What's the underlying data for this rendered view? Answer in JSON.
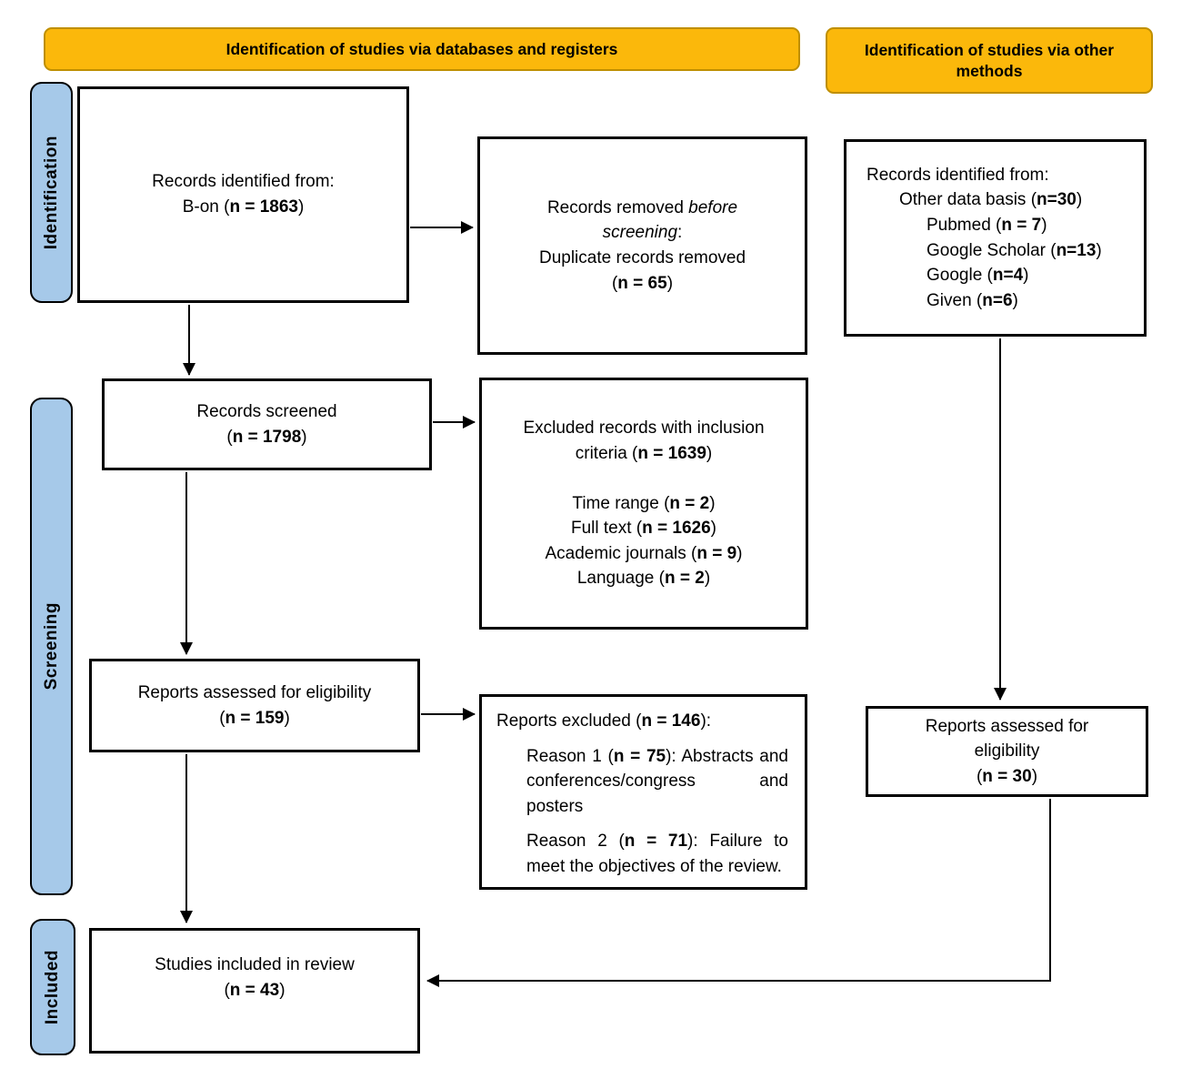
{
  "banners": {
    "left": "Identification of studies via databases and registers",
    "right": "Identification of studies via other methods"
  },
  "stages": {
    "identification": "Identification",
    "screening": "Screening",
    "included": "Included"
  },
  "boxes": {
    "records_identified": {
      "lines": [
        {
          "seg": [
            {
              "t": "Records identified from:"
            }
          ]
        },
        {
          "seg": [
            {
              "t": "B-on ("
            },
            {
              "t": "n = 1863",
              "b": true
            },
            {
              "t": ")"
            }
          ]
        }
      ]
    },
    "records_removed": {
      "lines": [
        {
          "seg": [
            {
              "t": "Records removed "
            },
            {
              "t": "before",
              "i": true
            }
          ]
        },
        {
          "seg": [
            {
              "t": "screening",
              "i": true
            },
            {
              "t": ":"
            }
          ]
        },
        {
          "seg": [
            {
              "t": "Duplicate records removed"
            }
          ]
        },
        {
          "seg": [
            {
              "t": "("
            },
            {
              "t": "n = 65",
              "b": true
            },
            {
              "t": ")"
            }
          ]
        }
      ]
    },
    "other_records": {
      "lines": [
        {
          "seg": [
            {
              "t": "Records identified from:"
            }
          ]
        },
        {
          "cls": "i1",
          "seg": [
            {
              "t": "Other data basis ("
            },
            {
              "t": "n=30",
              "b": true
            },
            {
              "t": ")"
            }
          ]
        },
        {
          "cls": "i2",
          "seg": [
            {
              "t": "Pubmed ("
            },
            {
              "t": "n = 7",
              "b": true
            },
            {
              "t": ")"
            }
          ]
        },
        {
          "cls": "i2",
          "seg": [
            {
              "t": "Google Scholar ("
            },
            {
              "t": "n=13",
              "b": true
            },
            {
              "t": ")"
            }
          ]
        },
        {
          "cls": "i2",
          "seg": [
            {
              "t": "Google ("
            },
            {
              "t": "n=4",
              "b": true
            },
            {
              "t": ")"
            }
          ]
        },
        {
          "cls": "i2",
          "seg": [
            {
              "t": "Given ("
            },
            {
              "t": "n=6",
              "b": true
            },
            {
              "t": ")"
            }
          ]
        }
      ]
    },
    "records_screened": {
      "lines": [
        {
          "seg": [
            {
              "t": "Records screened"
            }
          ]
        },
        {
          "seg": [
            {
              "t": "("
            },
            {
              "t": "n = 1798",
              "b": true
            },
            {
              "t": ")"
            }
          ]
        }
      ]
    },
    "excluded_records": {
      "lines": [
        {
          "seg": [
            {
              "t": "Excluded records with inclusion"
            }
          ]
        },
        {
          "seg": [
            {
              "t": "criteria ("
            },
            {
              "t": "n = 1639",
              "b": true
            },
            {
              "t": ")"
            }
          ]
        },
        {
          "seg": []
        },
        {
          "seg": [
            {
              "t": "Time range ("
            },
            {
              "t": "n = 2",
              "b": true
            },
            {
              "t": ")"
            }
          ]
        },
        {
          "seg": [
            {
              "t": "Full text ("
            },
            {
              "t": "n = 1626",
              "b": true
            },
            {
              "t": ")"
            }
          ]
        },
        {
          "seg": [
            {
              "t": "Academic journals ("
            },
            {
              "t": "n = 9",
              "b": true
            },
            {
              "t": ")"
            }
          ]
        },
        {
          "seg": [
            {
              "t": "Language ("
            },
            {
              "t": "n = 2",
              "b": true
            },
            {
              "t": ")"
            }
          ]
        }
      ]
    },
    "reports_assessed": {
      "lines": [
        {
          "seg": [
            {
              "t": "Reports assessed for eligibility"
            }
          ]
        },
        {
          "seg": [
            {
              "t": "("
            },
            {
              "t": "n = 159",
              "b": true
            },
            {
              "t": ")"
            }
          ]
        }
      ]
    },
    "reports_excluded": {
      "lines": [
        {
          "seg": [
            {
              "t": "Reports excluded ("
            },
            {
              "t": "n = 146",
              "b": true
            },
            {
              "t": "):"
            }
          ]
        },
        {
          "cls": "reason",
          "seg": [
            {
              "t": "Reason 1 ("
            },
            {
              "t": "n = 75",
              "b": true
            },
            {
              "t": "): Abstracts and conferences/congress and posters"
            }
          ]
        },
        {
          "cls": "reason",
          "seg": [
            {
              "t": "Reason 2 ("
            },
            {
              "t": "n = 71",
              "b": true
            },
            {
              "t": "): Failure to meet the objectives of the review."
            }
          ]
        }
      ]
    },
    "reports_assessed_other": {
      "lines": [
        {
          "seg": [
            {
              "t": "Reports assessed for"
            }
          ]
        },
        {
          "seg": [
            {
              "t": "eligibility"
            }
          ]
        },
        {
          "seg": [
            {
              "t": "("
            },
            {
              "t": "n = 30",
              "b": true
            },
            {
              "t": ")"
            }
          ]
        }
      ]
    },
    "studies_included": {
      "lines": [
        {
          "seg": [
            {
              "t": "Studies included in review"
            }
          ]
        },
        {
          "seg": [
            {
              "t": "("
            },
            {
              "t": "n = 43",
              "b": true
            },
            {
              "t": ")"
            }
          ]
        }
      ]
    }
  },
  "colors": {
    "banner_fill": "#FBB80B",
    "banner_border": "#BF8F00",
    "stage_fill": "#A6C9E9"
  }
}
